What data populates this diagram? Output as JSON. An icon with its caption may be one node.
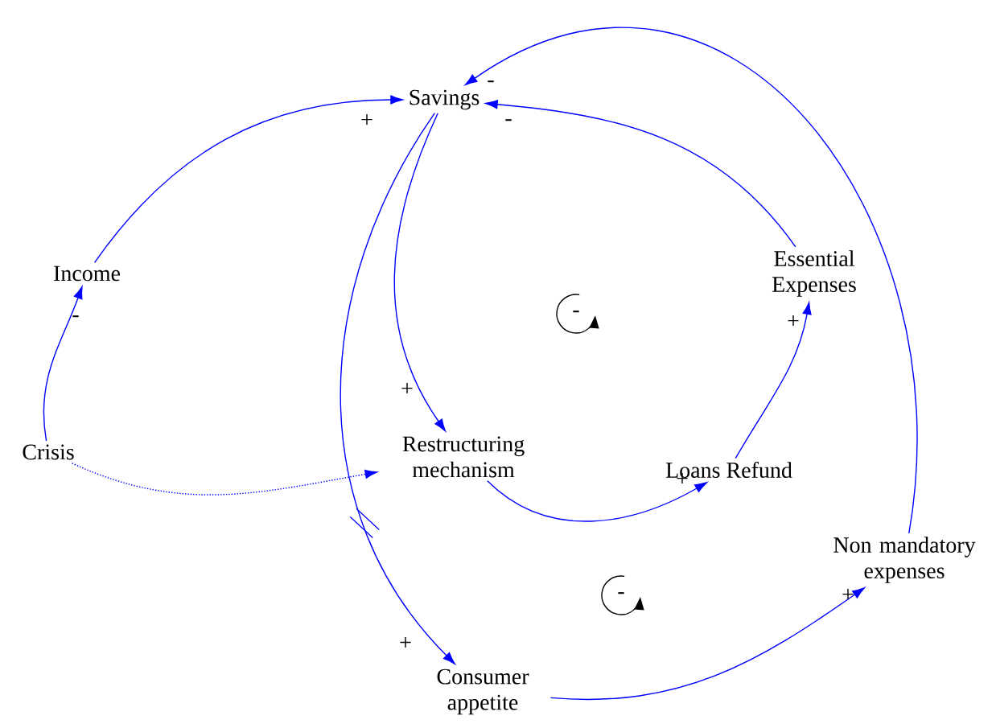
{
  "diagram": {
    "nodes": [
      {
        "text": [
          "Savings"
        ]
      },
      {
        "text": [
          "Income"
        ]
      },
      {
        "text": [
          "Essential Expenses"
        ]
      },
      {
        "text": [
          "Crisis"
        ]
      },
      {
        "text": [
          "Restructuring mechanism"
        ]
      },
      {
        "text": [
          "Loans Refund"
        ]
      },
      {
        "text": [
          "Non mandatory expenses"
        ]
      },
      {
        "text": [
          "Consumer appetite"
        ]
      }
    ],
    "edges": [
      {
        "from": 1,
        "to": 0,
        "arrow": "to",
        "label": "+"
      },
      {
        "from": 2,
        "to": 0,
        "arrow": "to",
        "label": "-"
      },
      {
        "from": 6,
        "to": 0,
        "arrow": "to",
        "label": "-"
      },
      {
        "from": 0,
        "to": 4,
        "arrow": "to",
        "label": "+"
      },
      {
        "from": 0,
        "to": 7,
        "arrow": "to",
        "label": "+"
      },
      {
        "from": 3,
        "to": 1,
        "arrow": "to",
        "label": "-"
      },
      {
        "from": 3,
        "to": 4,
        "arrow": "to",
        "style": "dashed"
      },
      {
        "from": 4,
        "to": 5,
        "arrow": "to",
        "label": "+"
      },
      {
        "from": 5,
        "to": 2,
        "arrow": "to",
        "label": "+"
      },
      {
        "from": 7,
        "to": 6,
        "arrow": "to",
        "label": "+"
      }
    ],
    "labels": [
      "-",
      "-"
    ]
  }
}
